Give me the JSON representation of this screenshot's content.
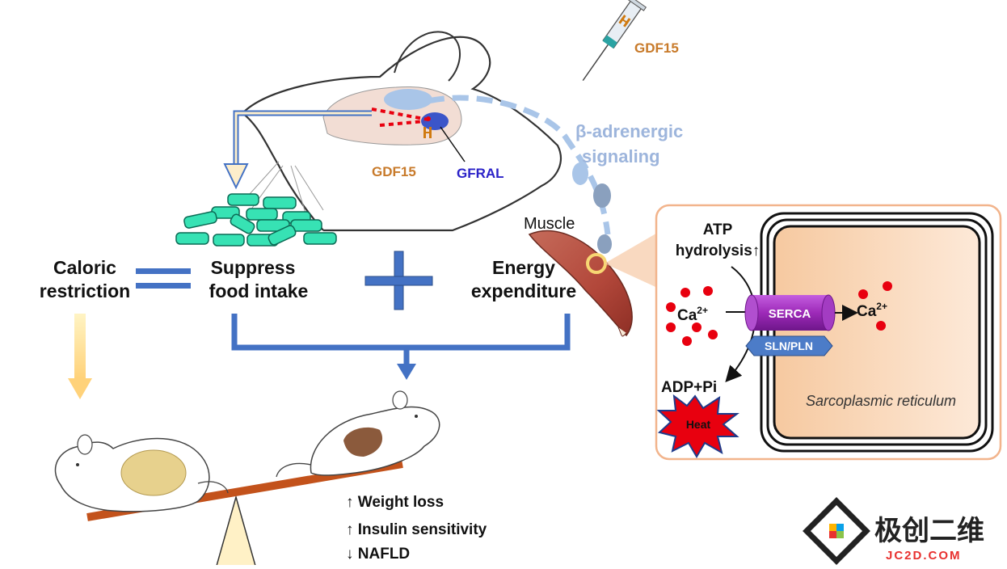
{
  "labels": {
    "gdf15_top": "GDF15",
    "gdf15_brain": "GDF15",
    "gfral": "GFRAL",
    "beta_line1": "β-adrenergic",
    "beta_line2": "signaling",
    "muscle": "Muscle",
    "caloric_line1": "Caloric",
    "caloric_line2": "restriction",
    "suppress_line1": "Suppress",
    "suppress_line2": "food intake",
    "energy_line1": "Energy",
    "energy_line2": "expenditure"
  },
  "inset": {
    "atp_line1": "ATP",
    "atp_line2": "hydrolysis↑",
    "ca_left": "Ca",
    "ca_right": "Ca",
    "ca_sup": "2+",
    "serca": "SERCA",
    "sln_pln": "SLN/PLN",
    "adp": "ADP+Pi",
    "heat": "Heat",
    "sr": "Sarcoplasmic reticulum"
  },
  "outcomes": [
    "↑ Weight loss",
    "↑ Insulin sensitivity",
    "↓ NAFLD"
  ],
  "watermark": {
    "cn": "极创二维",
    "url": "JC2D.COM"
  },
  "colors": {
    "food_pellet": "#37e2b4",
    "arrow_blue": "#4472c4",
    "light_blue": "#9db5dc",
    "orange_text": "#c87a2a",
    "gfral_blue": "#2b22c8",
    "red_dot": "#e8000f",
    "serca_purple": "#9d2ab8",
    "sln_blue": "#4c7cc8",
    "seesaw": "#c3521b",
    "inset_border": "#f2b48c"
  }
}
